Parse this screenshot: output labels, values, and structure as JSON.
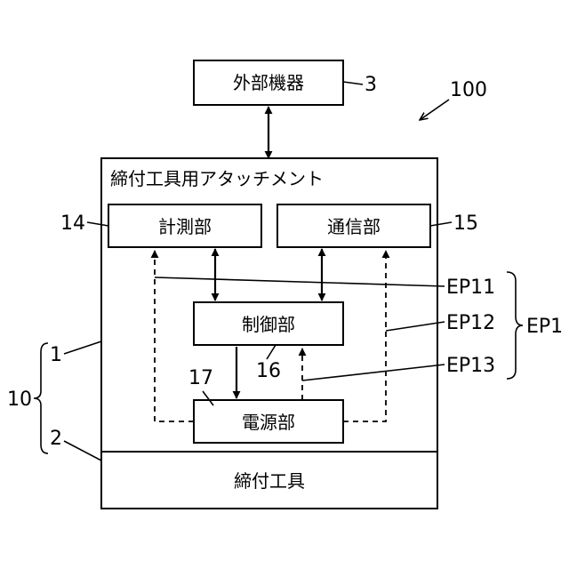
{
  "blocks": {
    "external_device": "外部機器",
    "attachment": "締付工具用アタッチメント",
    "measurement": "計測部",
    "communication": "通信部",
    "control": "制御部",
    "power": "電源部",
    "tool": "締付工具"
  },
  "refs": {
    "r3": "3",
    "r100": "100",
    "r14": "14",
    "r15": "15",
    "r16": "16",
    "r17": "17",
    "r1": "1",
    "r2": "2",
    "r10": "10",
    "ep11": "EP11",
    "ep12": "EP12",
    "ep13": "EP13",
    "ep1": "EP1"
  }
}
